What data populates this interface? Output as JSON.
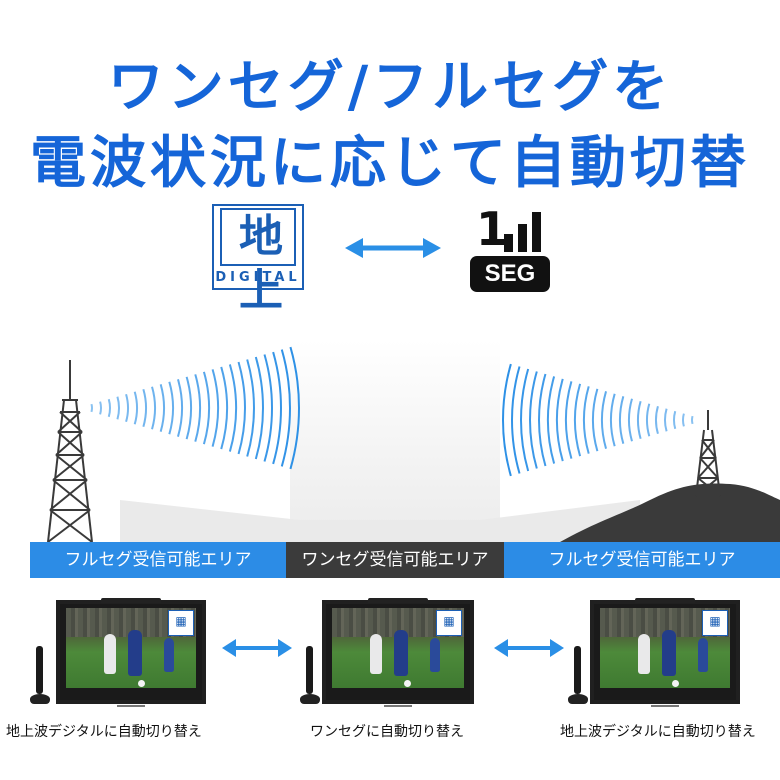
{
  "headline": {
    "line1": "ワンセグ/フルセグを",
    "line2": "電波状況に応じて自動切替"
  },
  "logos": {
    "digital_kanji": "地上",
    "digital_word": "DIGITAL",
    "seg_number": "1",
    "seg_word": "SEG"
  },
  "zones": {
    "left": "フルセグ受信可能エリア",
    "middle": "ワンセグ受信可能エリア",
    "right": "フルセグ受信可能エリア"
  },
  "captions": {
    "left": "地上波デジタルに自動切り替え",
    "middle": "ワンセグに自動切り替え",
    "right": "地上波デジタルに自動切り替え"
  },
  "colors": {
    "headline": "#1565d8",
    "zone_full": "#2c8ce6",
    "zone_one": "#3b3b3b",
    "wave": "#2a8fe6",
    "arrow": "#2a8fe6"
  },
  "icons": {
    "arrows": "double-headed-arrow-icon",
    "towers": "broadcast-tower-icon",
    "antenna": "antenna-icon"
  }
}
